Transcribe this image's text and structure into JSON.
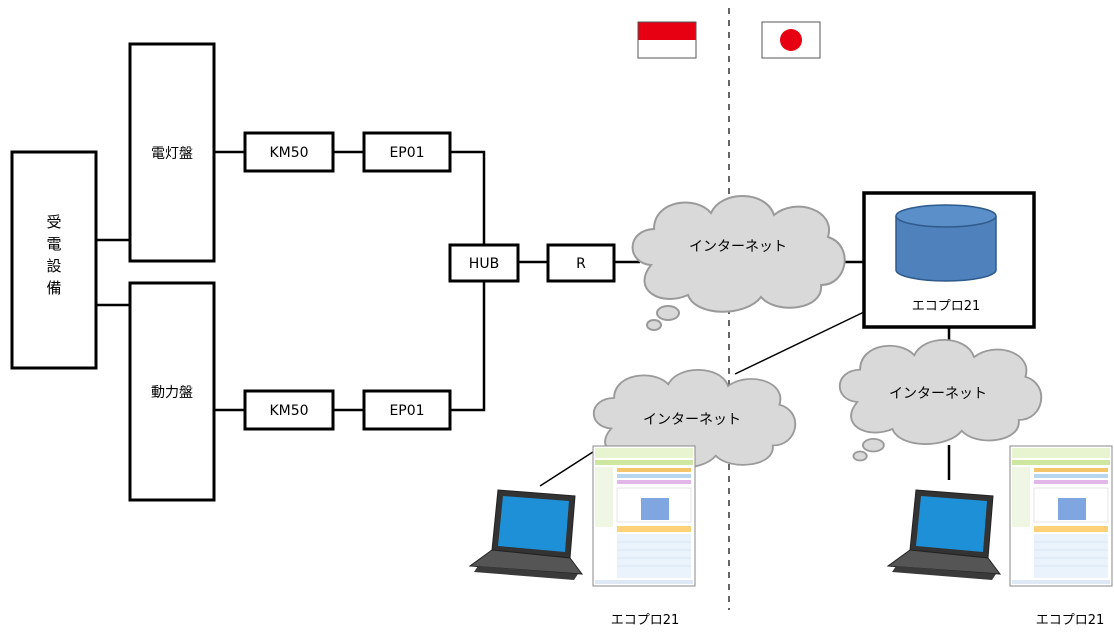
{
  "nodes": {
    "receiving": "受電設備",
    "lighting_panel": "電灯盤",
    "power_panel": "動力盤",
    "km50_top": "KM50",
    "km50_bottom": "KM50",
    "ep01_top": "EP01",
    "ep01_bottom": "EP01",
    "hub": "HUB",
    "router": "R",
    "server": "エコプロ21"
  },
  "clouds": {
    "center": "インターネット",
    "lower_left": "インターネット",
    "right": "インターネット"
  },
  "captions": {
    "client_left": "エコプロ21",
    "client_right": "エコプロ21"
  },
  "flags": {
    "left": "indonesia-flag",
    "right": "japan-flag"
  },
  "colors": {
    "cloud_fill": "#d9d9d9",
    "cloud_stroke": "#9a9a9a",
    "db_fill": "#4f81bd",
    "db_stroke": "#2f5b8c",
    "flag_red": "#e60012"
  }
}
